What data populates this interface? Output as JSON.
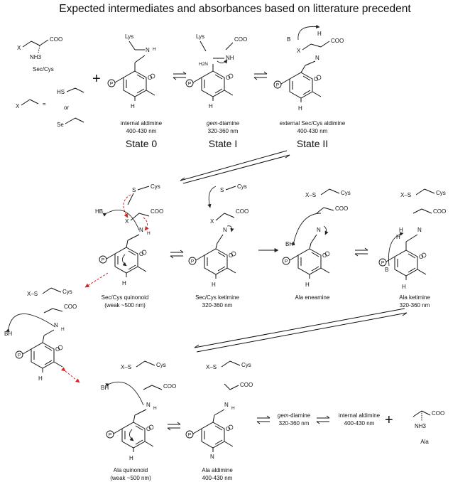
{
  "title": "Expected intermediates and absorbances based on litterature precedent",
  "substrate": {
    "label": "Sec/Cys",
    "group_x": "X",
    "carboxylate": "COO",
    "amine": "NH3",
    "equals": "=",
    "or": "or",
    "sh": "HS",
    "se": "Se"
  },
  "states": [
    {
      "name": "internal aldimine",
      "range": "400-430 nm",
      "state": "State 0"
    },
    {
      "name_prefix": "gem",
      "name_suffix": "-diamine",
      "range": "320-360 nm",
      "state": "State I"
    },
    {
      "name": "external Sec/Cys aldimine",
      "range": "400-430 nm",
      "state": "State II"
    }
  ],
  "row2": [
    {
      "name": "Sec/Cys quinonoid",
      "range": "(weak ~500 nm)"
    },
    {
      "name": "Sec/Cys ketimine",
      "range": "320-360 nm"
    },
    {
      "name": "Ala eneamine",
      "range": ""
    },
    {
      "name": "Ala ketimine",
      "range": "320-360 nm"
    }
  ],
  "row3": [
    {
      "name": "Ala quinonoid",
      "range": "(weak ~500 nm)"
    },
    {
      "name": "Ala aldimine",
      "range": "400-430 nm"
    },
    {
      "name_prefix": "gem",
      "name_suffix": "-diamine",
      "range": "320-360 nm"
    },
    {
      "name": "internal aldimine",
      "range": "400-430 nm"
    },
    {
      "name": "Ala",
      "range": ""
    }
  ],
  "atoms": {
    "lys": "Lys",
    "cys": "Cys",
    "n": "N",
    "h": "H",
    "o": "O",
    "p": "P",
    "b": "B",
    "bh": "BH",
    "hb": "HB",
    "x_s": "X–S",
    "s": "S",
    "h2n": "H2N",
    "nh": "NH"
  }
}
